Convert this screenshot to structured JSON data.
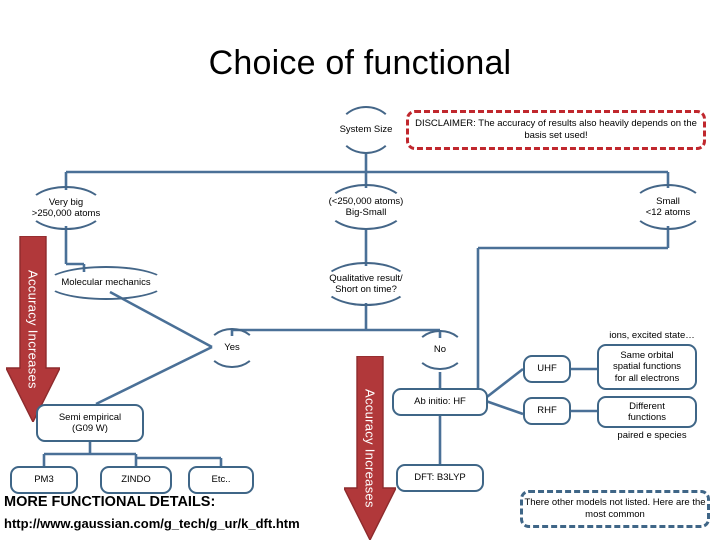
{
  "slide": {
    "title": "Choice of functional"
  },
  "disclaimer": {
    "text": "DISCLAIMER: The accuracy of results also heavily depends on the basis set used!",
    "border_color": "#c0272d"
  },
  "note_box": {
    "text": "There other models not listed. Here are the most common",
    "border_color": "#3f6687"
  },
  "arrows": [
    {
      "label": "Accuracy Increases",
      "color": "#b1383a"
    },
    {
      "label": "Accuracy Increases",
      "color": "#b1383a"
    }
  ],
  "nodes": {
    "system_size": "System Size",
    "very_big": "Very big\n>250,000 atoms",
    "very_big_line1": "Very big",
    "very_big_line2": ">250,000 atoms",
    "big_small_line1": "(<250,000 atoms)",
    "big_small_line2": "Big-Small",
    "small_line1": "Small",
    "small_line2": "<12 atoms",
    "molecular_mechanics": "Molecular mechanics",
    "qualitative_line1": "Qualitative result/",
    "qualitative_line2": "Short on time?",
    "yes": "Yes",
    "no": "No",
    "semi_empirical_line1": "Semi empirical",
    "semi_empirical_line2": "(G09 W)",
    "pm3": "PM3",
    "zindo": "ZINDO",
    "etc": "Etc..",
    "ab_initio": "Ab initio: HF",
    "dft": "DFT: B3LYP",
    "uhf": "UHF",
    "rhf": "RHF",
    "same_orbital_line1": "Same orbital",
    "same_orbital_line2": "spatial functions",
    "same_orbital_line3": "for all electrons",
    "different_line1": "Different",
    "different_line2": "functions"
  },
  "annotations": {
    "ions_excited": "ions, excited state…",
    "paired_species": "paired e  species"
  },
  "footer": {
    "heading": "MORE FUNCTIONAL DETAILS:",
    "url": "http://www.gaussian.com/g_tech/g_ur/k_dft.htm"
  },
  "colors": {
    "wire": "#4a7097",
    "box_border": "#3f6687",
    "arrow_red": "#b1383a",
    "disclaimer_red": "#c0272d"
  }
}
